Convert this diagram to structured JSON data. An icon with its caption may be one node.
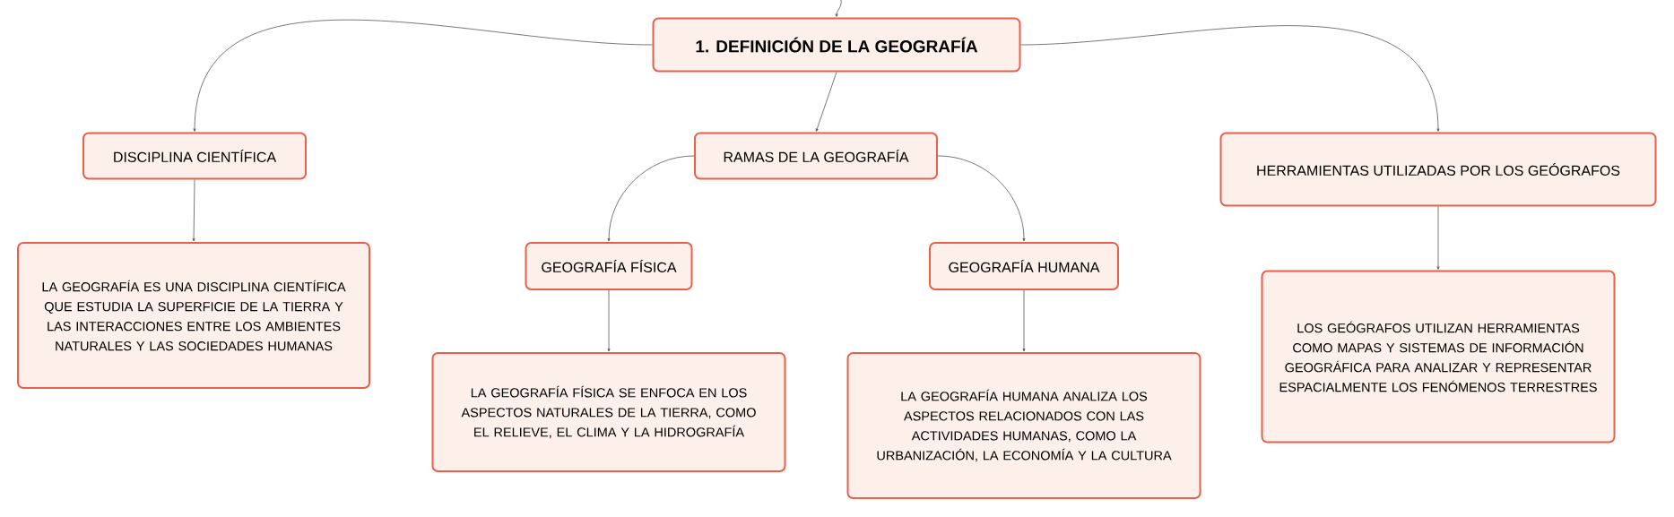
{
  "diagram": {
    "nodes": [
      {
        "text": [
          "1. DEFINICIÓN DE LA GEOGRAFÍA"
        ]
      },
      {
        "text": [
          "DISCIPLINA CIENTÍFICA"
        ]
      },
      {
        "text": [
          "RAMAS DE LA GEOGRAFÍA"
        ]
      },
      {
        "text": [
          "HERRAMIENTAS UTILIZADAS POR LOS GEÓGRAFOS"
        ]
      },
      {
        "text": [
          "LA GEOGRAFÍA ES UNA DISCIPLINA CIENTÍFICA QUE ESTUDIA LA SUPERFICIE DE LA TIERRA Y LAS INTERACCIONES ENTRE LOS AMBIENTES NATURALES Y LAS SOCIEDADES HUMANAS"
        ]
      },
      {
        "text": [
          "GEOGRAFÍA FÍSICA"
        ]
      },
      {
        "text": [
          "GEOGRAFÍA HUMANA"
        ]
      },
      {
        "text": [
          "LA GEOGRAFÍA FÍSICA SE ENFOCA EN LOS ASPECTOS NATURALES DE LA TIERRA, COMO EL RELIEVE, EL CLIMA Y LA HIDROGRAFÍA"
        ]
      },
      {
        "text": [
          "LA GEOGRAFÍA HUMANA ANALIZA LOS ASPECTOS RELACIONADOS CON LAS ACTIVIDADES HUMANAS, COMO LA URBANIZACIÓN, LA ECONOMÍA Y LA CULTURA"
        ]
      },
      {
        "text": [
          "LOS GEÓGRAFOS UTILIZAN HERRAMIENTAS COMO MAPAS Y SISTEMAS DE INFORMACIÓN GEOGRÁFICA PARA ANALIZAR Y REPRESENTAR ESPACIALMENTE LOS FENÓMENOS TERRESTRES"
        ]
      }
    ],
    "edges": [
      {
        "from": null,
        "to": 0,
        "arrow": "to"
      },
      {
        "from": 0,
        "to": 1,
        "arrow": "to"
      },
      {
        "from": 0,
        "to": 2,
        "arrow": "to"
      },
      {
        "from": 0,
        "to": 3,
        "arrow": "to"
      },
      {
        "from": 1,
        "to": 4,
        "arrow": "to"
      },
      {
        "from": 2,
        "to": 5,
        "arrow": "to"
      },
      {
        "from": 2,
        "to": 6,
        "arrow": "to"
      },
      {
        "from": 5,
        "to": 7,
        "arrow": "to"
      },
      {
        "from": 6,
        "to": 8,
        "arrow": "to"
      },
      {
        "from": 3,
        "to": 9,
        "arrow": "to"
      }
    ]
  }
}
